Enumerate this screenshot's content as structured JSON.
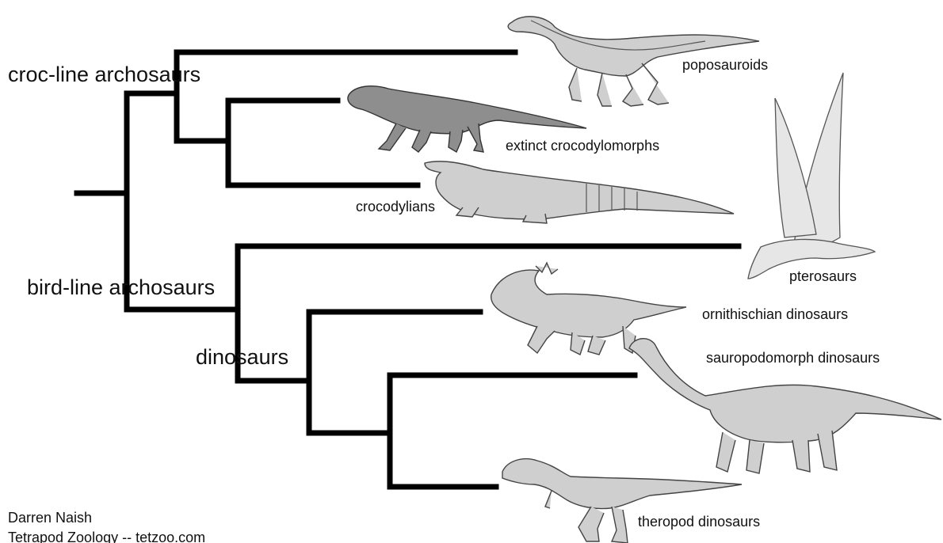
{
  "clades": {
    "croc_line": "croc-line archosaurs",
    "bird_line": "bird-line archosaurs",
    "dinosaurs": "dinosaurs"
  },
  "taxa": {
    "poposauroids": "poposauroids",
    "extinct_crocodylomorphs": "extinct crocodylomorphs",
    "crocodylians": "crocodylians",
    "pterosaurs": "pterosaurs",
    "ornithischians": "ornithischian dinosaurs",
    "sauropodomorphs": "sauropodomorph dinosaurs",
    "theropods": "theropod dinosaurs"
  },
  "credit": {
    "author": "Darren Naish",
    "source": "Tetrapod Zoology -- tetzoo.com"
  }
}
